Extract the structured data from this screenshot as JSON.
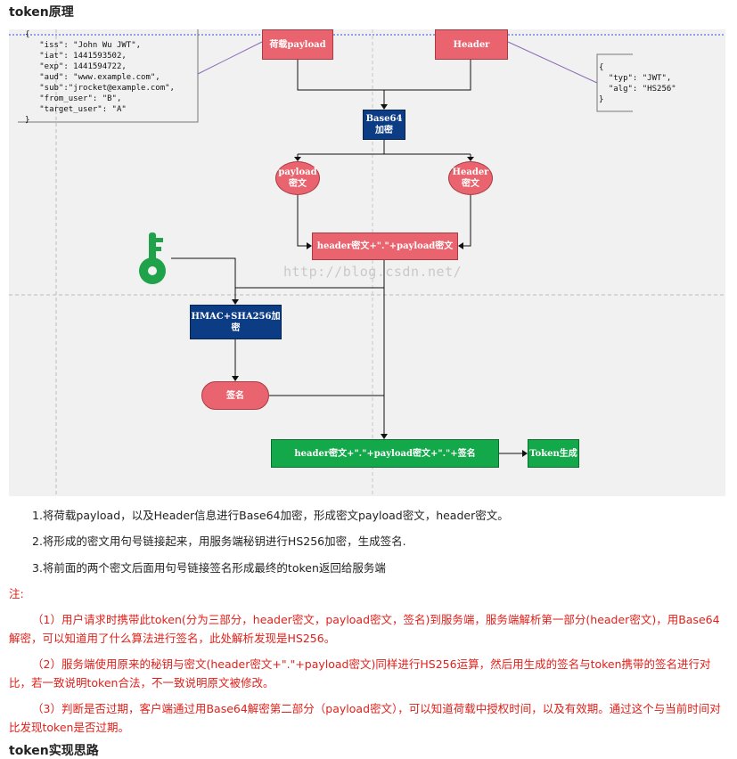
{
  "heading_top": "token原理",
  "payload_json": "{\n   \"iss\": \"John Wu JWT\",\n   \"iat\": 1441593502,\n   \"exp\": 1441594722,\n   \"aud\": \"www.example.com\",\n   \"sub\":\"jrocket@example.com\",\n   \"from_user\": \"B\",\n   \"target_user\": \"A\"\n}",
  "header_json": "{\n  \"typ\": \"JWT\",\n  \"alg\": \"HS256\"\n}",
  "nodes": {
    "payload": "荷载payload",
    "header": "Header",
    "base64": "Base64\n加密",
    "payload_cipher": "payload\n密文",
    "header_cipher": "Header\n密文",
    "concat": "header密文+\".\"+payload密文",
    "hmac": "HMAC+SHA256加密",
    "signature": "签名",
    "final_concat": "header密文+\".\"+payload密文+\".\"+签名",
    "token_gen": "Token生成"
  },
  "watermark": "http://blog.csdn.net/",
  "colors": {
    "pink": "#e9646f",
    "navy": "#0b3c84",
    "green": "#13a84a",
    "key": "#1fa24a",
    "note_red": "#e0201b"
  },
  "icons": {
    "key": "key-icon"
  },
  "steps": [
    "1.将荷载payload，以及Header信息进行Base64加密，形成密文payload密文，header密文。",
    "2.将形成的密文用句号链接起来，用服务端秘钥进行HS256加密，生成签名.",
    "3.将前面的两个密文后面用句号链接签名形成最终的token返回给服务端"
  ],
  "note_label": "注:",
  "notes": [
    "（1）用户请求时携带此token(分为三部分，header密文，payload密文，签名)到服务端，服务端解析第一部分(header密文)，用Base64解密，可以知道用了什么算法进行签名，此处解析发现是HS256。",
    "（2）服务端使用原来的秘钥与密文(header密文+\".\"+payload密文)同样进行HS256运算，然后用生成的签名与token携带的签名进行对比，若一致说明token合法，不一致说明原文被修改。",
    "（3）判断是否过期，客户端通过用Base64解密第二部分（payload密文），可以知道荷载中授权时间，以及有效期。通过这个与当前时间对比发现token是否过期。"
  ],
  "heading_bottom": "token实现思路"
}
